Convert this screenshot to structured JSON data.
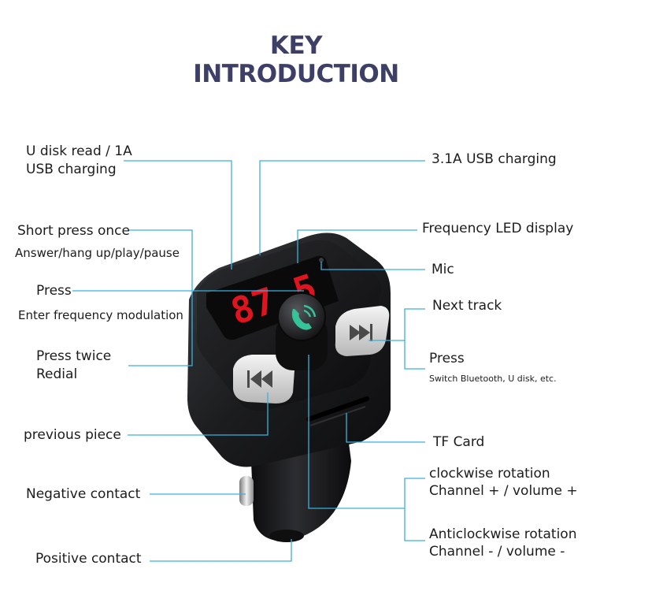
{
  "title": {
    "line1": "KEY",
    "line2": "INTRODUCTION"
  },
  "display": {
    "frequency": "87.5"
  },
  "labels": {
    "u_disk_line1": "U disk read / 1A",
    "u_disk_line2": "USB charging",
    "usb_31a": "3.1A USB charging",
    "short_press": "Short press once",
    "answer_hangup": "Answer/hang up/play/pause",
    "freq_led": "Frequency LED display",
    "mic": "Mic",
    "press": "Press",
    "enter_freq": "Enter frequency modulation",
    "next_track": "Next track",
    "press_twice": "Press twice",
    "redial": "Redial",
    "press_right": "Press",
    "switch_bt": "Switch Bluetooth, U disk, etc.",
    "previous_piece": "previous piece",
    "tf_card": "TF Card",
    "cw_line1": "clockwise rotation",
    "cw_line2": "Channel + / volume +",
    "negative": "Negative contact",
    "acw_line1": "Anticlockwise rotation",
    "acw_line2": "Channel - / volume -",
    "positive": "Positive contact"
  },
  "colors": {
    "title": "#3d3f66",
    "leader_line": "#3ab1df",
    "led": "#e0141e",
    "call_icon": "#35c49a",
    "device_body": "#17181a"
  },
  "icons": [
    "phone-icon",
    "next-track-icon",
    "previous-track-icon"
  ]
}
